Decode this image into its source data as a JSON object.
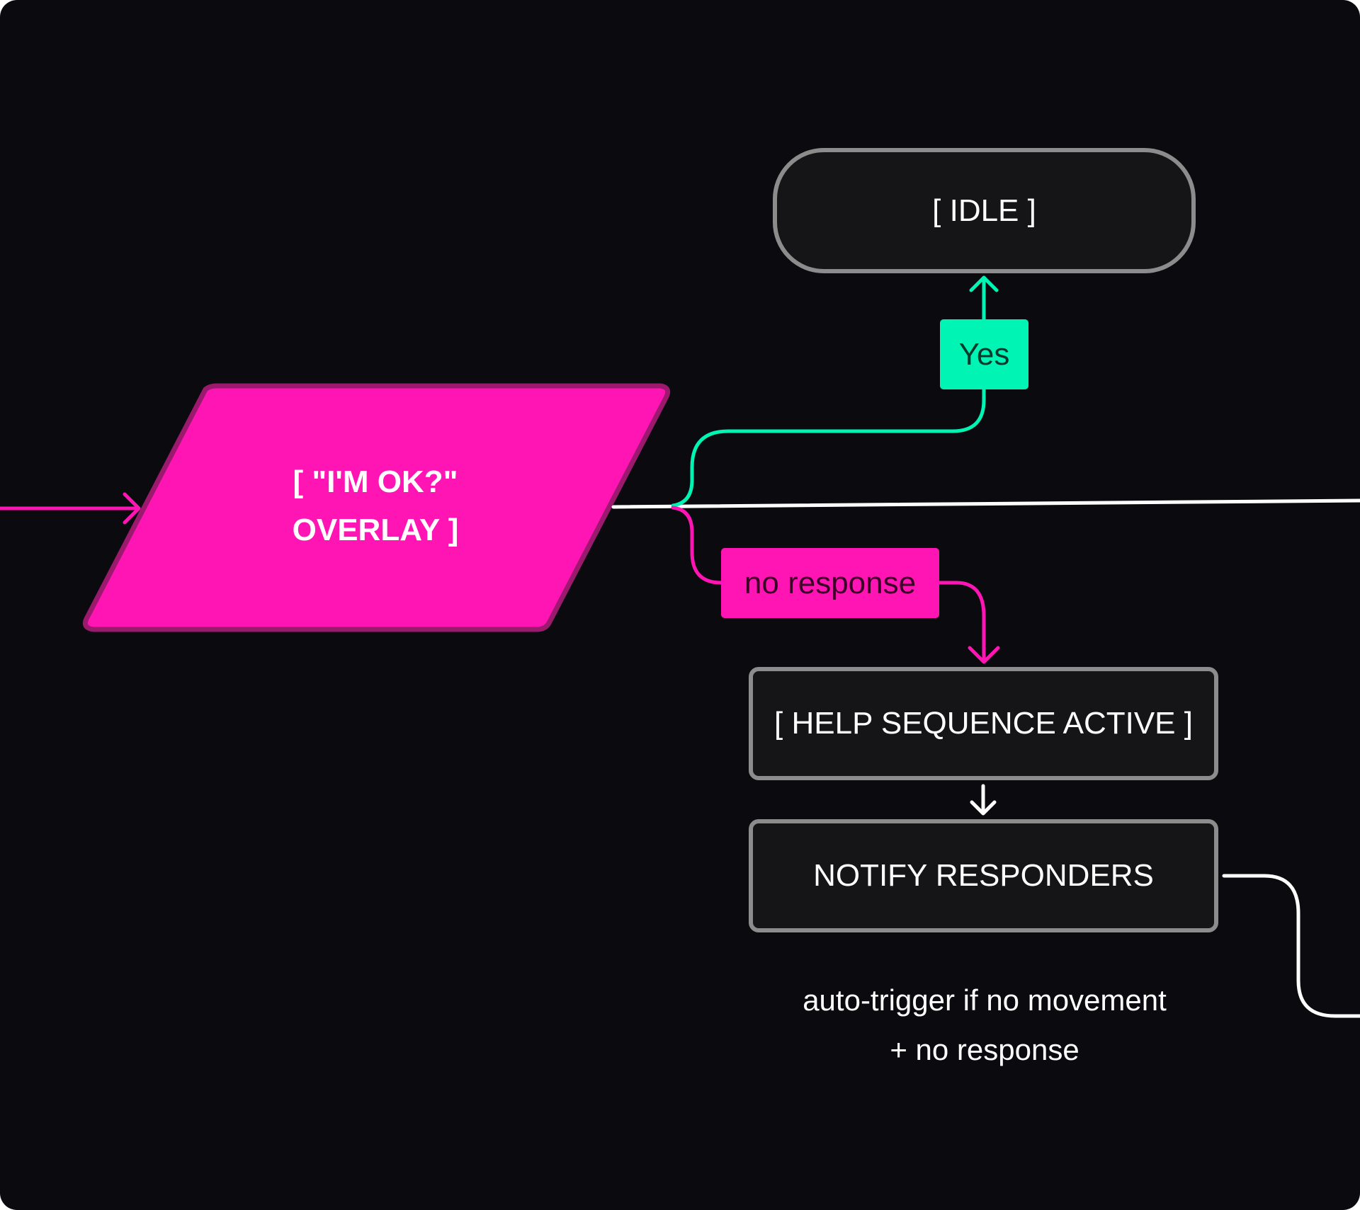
{
  "diagram": {
    "colors": {
      "background": "#0b0b0f",
      "state_fill": "#151517",
      "state_border": "#8c8c8c",
      "decision_fill": "#ff14b4",
      "decision_border": "#9b1a6e",
      "yes_accent": "#00f5b4",
      "no_accent": "#ff14b4",
      "main_flow": "#ffffff"
    },
    "nodes": {
      "overlay": {
        "line1": "[ \"I'M OK?\"",
        "line2": "OVERLAY ]",
        "shape": "parallelogram"
      },
      "idle": {
        "label": "[ IDLE ]",
        "shape": "pill"
      },
      "help": {
        "label": "[ HELP SEQUENCE ACTIVE ]",
        "shape": "rectangle"
      },
      "notify": {
        "label": "NOTIFY RESPONDERS",
        "shape": "rectangle"
      }
    },
    "edges": {
      "yes": {
        "label": "Yes",
        "from": "overlay",
        "to": "idle"
      },
      "no_response": {
        "label": "no response",
        "from": "overlay",
        "to": "help"
      },
      "help_to_notify": {
        "from": "help",
        "to": "notify"
      },
      "incoming": {
        "to": "overlay"
      },
      "main_flow": {
        "from": "overlay",
        "to": "offscreen-right"
      },
      "notify_out": {
        "from": "notify",
        "to": "offscreen-right"
      }
    },
    "annotation": {
      "line1": "auto-trigger if no movement",
      "line2": "+ no response"
    }
  }
}
